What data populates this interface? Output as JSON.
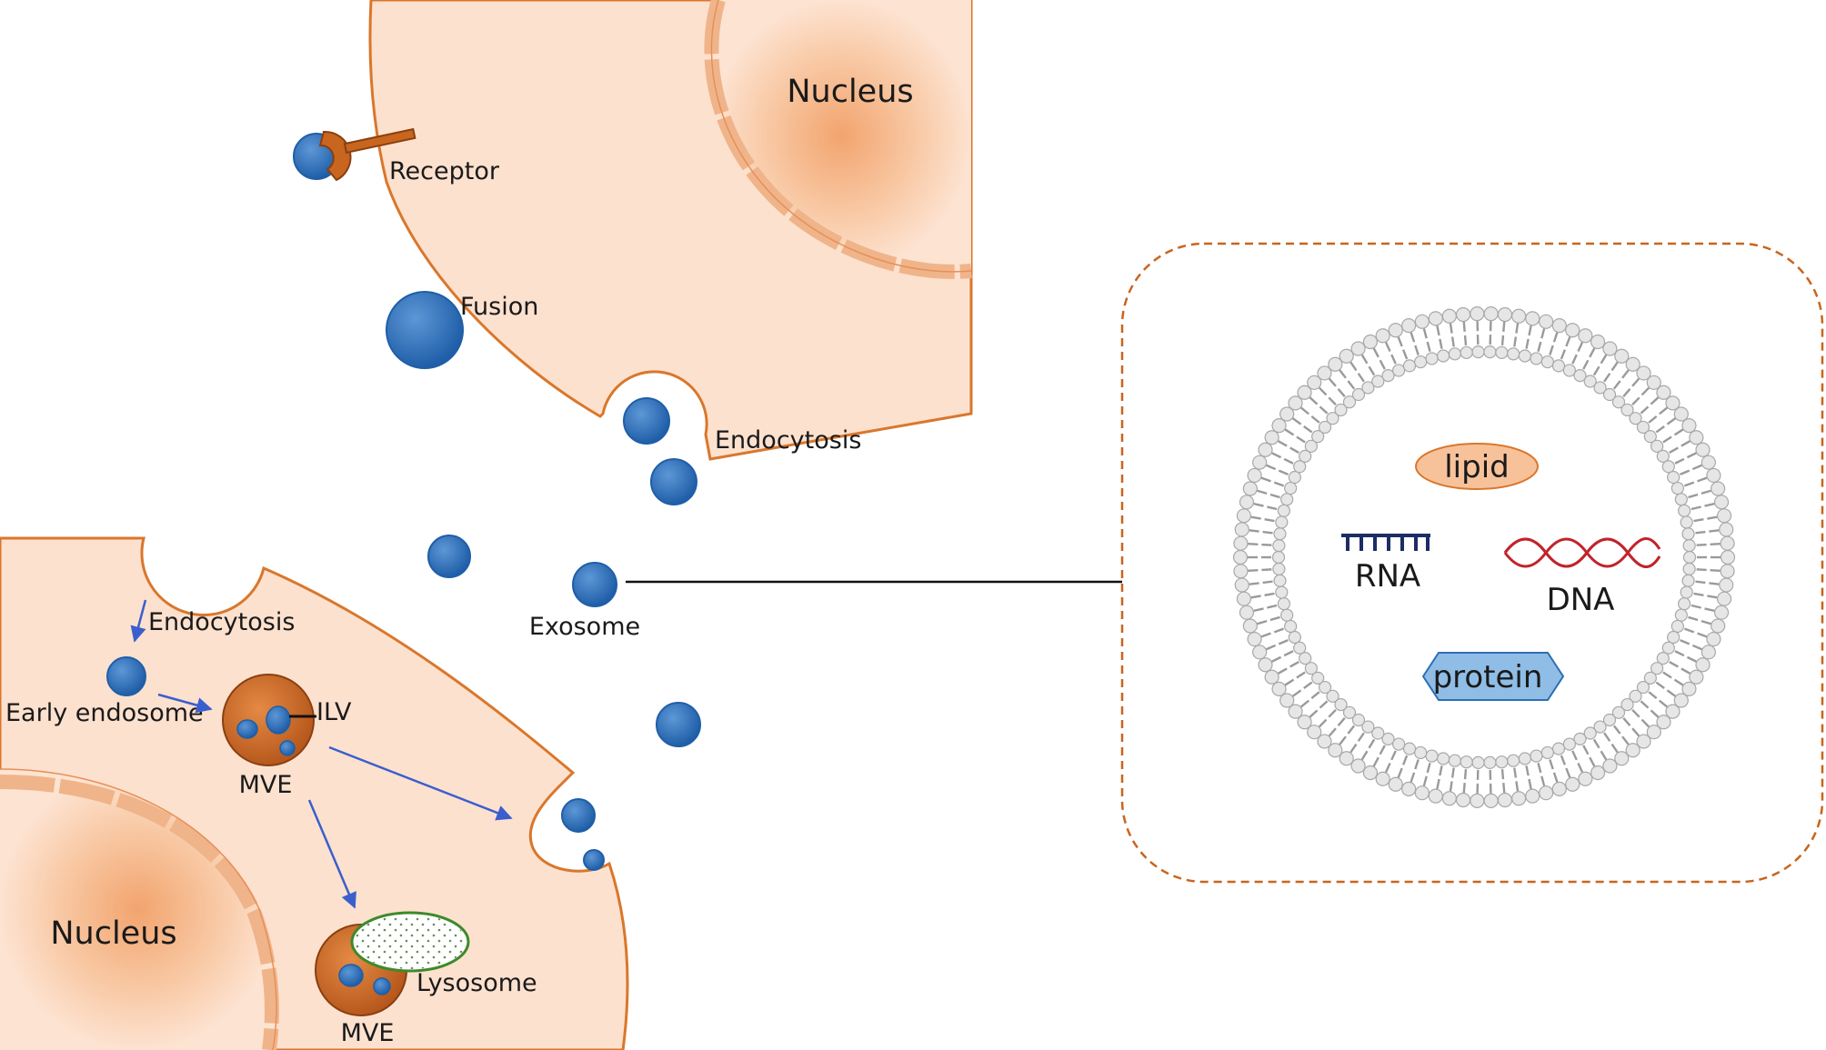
{
  "labels": {
    "nucleus_top": "Nucleus",
    "receptor": "Receptor",
    "fusion": "Fusion",
    "endocytosis_top": "Endocytosis",
    "endocytosis_bottom": "Endocytosis",
    "early_endosome": "Early endosome",
    "ilv": "ILV",
    "mve_upper": "MVE",
    "mve_lower": "MVE",
    "lysosome": "Lysosome",
    "nucleus_bottom": "Nucleus",
    "exosome": "Exosome"
  },
  "cargo": {
    "lipid": "lipid",
    "rna": "RNA",
    "dna": "DNA",
    "protein": "protein"
  },
  "colors": {
    "cytoplasm": "#fde1cf",
    "membrane": "#d9772c",
    "vesicle": "#2e6db4",
    "vesicle_light": "#5b94d1",
    "mve": "#c8651e",
    "arrow": "#3a5fcd",
    "lysosome_border": "#3d8a2a",
    "rna": "#1c2d66",
    "dna": "#c0242a",
    "protein_fill": "#8fbde6",
    "lipid_fill": "#f7c29a",
    "bilayer": "#a8a8a8"
  }
}
